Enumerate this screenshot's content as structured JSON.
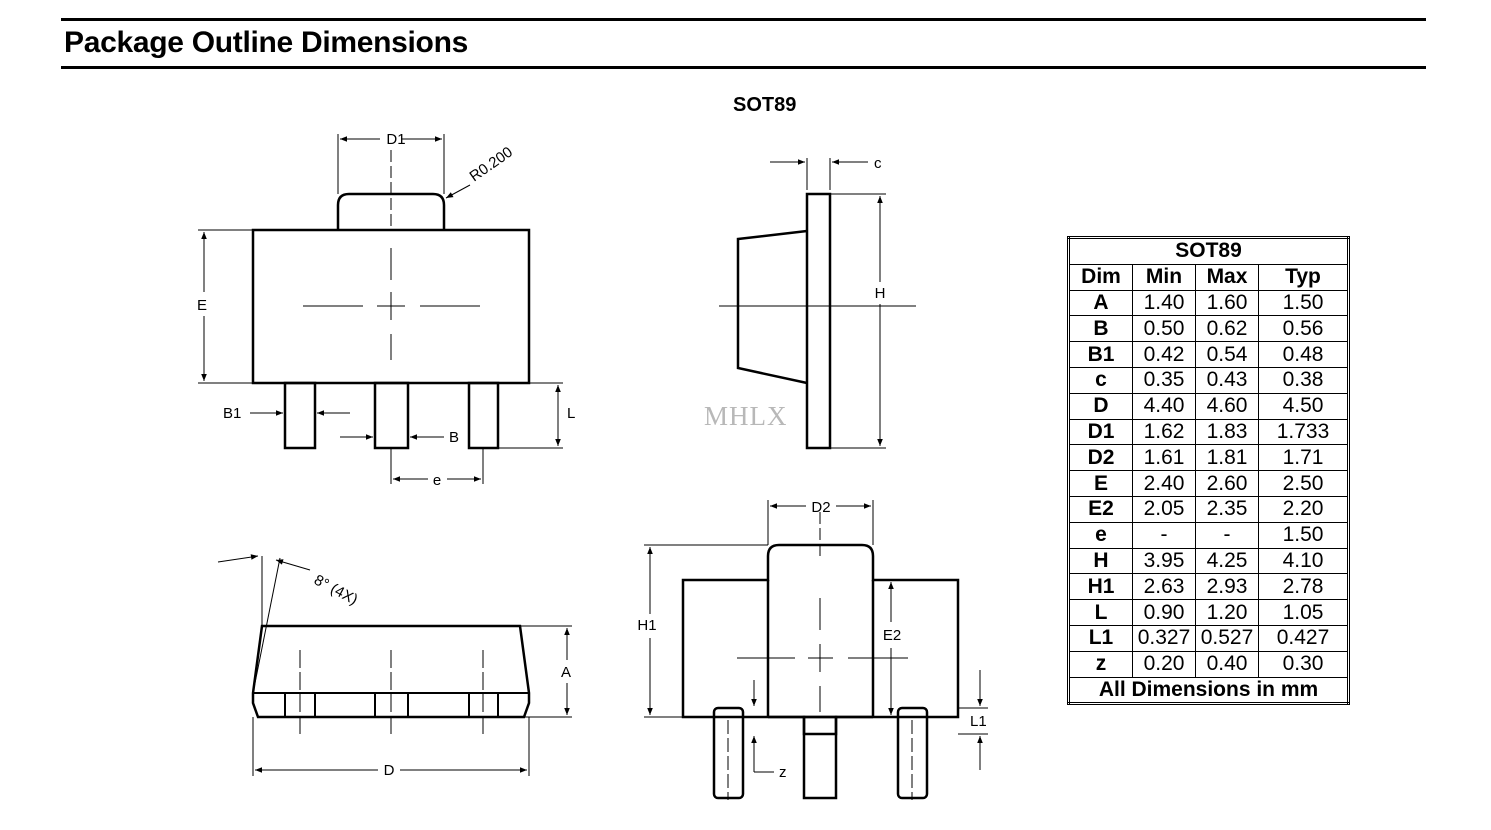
{
  "page_title": "Package Outline Dimensions",
  "diagram_title": "SOT89",
  "watermark": "MHLX",
  "labels": {
    "D1": "D1",
    "R": "R0.200",
    "E": "E",
    "B1": "B1",
    "B": "B",
    "L": "L",
    "e": "e",
    "c": "c",
    "H": "H",
    "angle": "8° (4X)",
    "A": "A",
    "D": "D",
    "D2": "D2",
    "H1": "H1",
    "E2": "E2",
    "L1": "L1",
    "z": "z"
  },
  "table": {
    "title": "SOT89",
    "headers": [
      "Dim",
      "Min",
      "Max",
      "Typ"
    ],
    "rows": [
      [
        "A",
        "1.40",
        "1.60",
        "1.50"
      ],
      [
        "B",
        "0.50",
        "0.62",
        "0.56"
      ],
      [
        "B1",
        "0.42",
        "0.54",
        "0.48"
      ],
      [
        "c",
        "0.35",
        "0.43",
        "0.38"
      ],
      [
        "D",
        "4.40",
        "4.60",
        "4.50"
      ],
      [
        "D1",
        "1.62",
        "1.83",
        "1.733"
      ],
      [
        "D2",
        "1.61",
        "1.81",
        "1.71"
      ],
      [
        "E",
        "2.40",
        "2.60",
        "2.50"
      ],
      [
        "E2",
        "2.05",
        "2.35",
        "2.20"
      ],
      [
        "e",
        "-",
        "-",
        "1.50"
      ],
      [
        "H",
        "3.95",
        "4.25",
        "4.10"
      ],
      [
        "H1",
        "2.63",
        "2.93",
        "2.78"
      ],
      [
        "L",
        "0.90",
        "1.20",
        "1.05"
      ],
      [
        "L1",
        "0.327",
        "0.527",
        "0.427"
      ],
      [
        "z",
        "0.20",
        "0.40",
        "0.30"
      ]
    ],
    "footer": "All Dimensions in mm"
  }
}
